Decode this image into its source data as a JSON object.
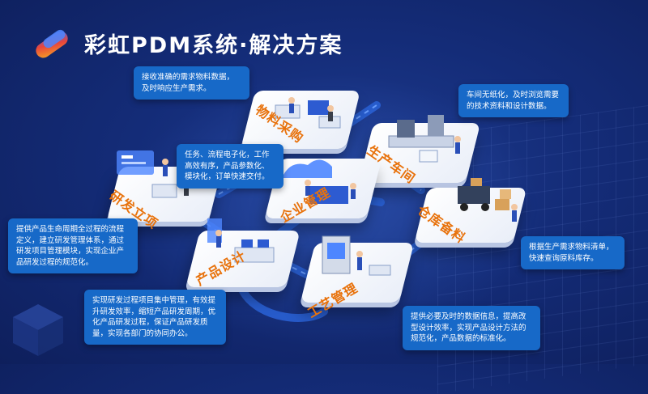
{
  "title": "彩虹PDM系统·解决方案",
  "colors": {
    "background": "#142c78",
    "callout": "#1769c8",
    "label": "#e8720c",
    "platform": "#ffffff",
    "flow": "#2a63d8"
  },
  "modules": [
    {
      "label": "物料采购",
      "icon": "procurement-office-scene"
    },
    {
      "label": "生产车间",
      "icon": "production-line-scene"
    },
    {
      "label": "企业管理",
      "icon": "meeting-scene"
    },
    {
      "label": "研发立项",
      "icon": "rnd-dashboard-scene"
    },
    {
      "label": "仓库备料",
      "icon": "warehouse-forklift-scene"
    },
    {
      "label": "产品设计",
      "icon": "design-desk-scene"
    },
    {
      "label": "工艺管理",
      "icon": "machine-operator-scene"
    }
  ],
  "callouts": {
    "procurement": "接收准确的需求物料数据，及时响应生产需求。",
    "production": "车间无纸化，及时浏览需要的技术资料和设计数据。",
    "enterprise": "任务、流程电子化，工作高效有序，产品参数化、模块化，订单快速交付。",
    "rnd": "提供产品生命周期全过程的流程定义，建立研发管理体系，通过研发项目管理模块，实现企业产品研发过程的规范化。",
    "warehouse": "根据生产需求物料清单，快速查询原料库存。",
    "design": "实现研发过程项目集中管理，有效提升研发效率，缩短产品研发周期，优化产品研发过程，保证产品研发质量，实现各部门的协同办公。",
    "process": "提供必要及时的数据信息，提高改型设计效率，实现产品设计方法的规范化，产品数据的标准化。"
  }
}
